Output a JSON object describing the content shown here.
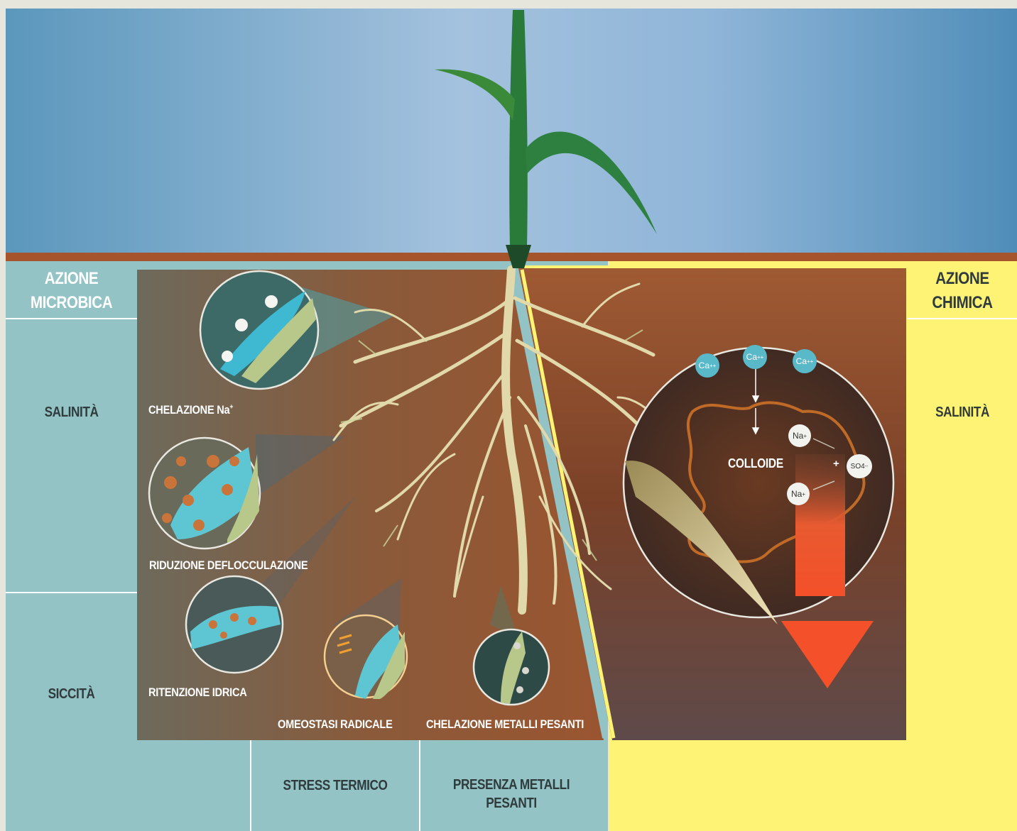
{
  "left_panel": {
    "title_line1": "AZIONE",
    "title_line2": "MICROBICA",
    "rows": [
      "SALINITÀ",
      "SICCITÀ"
    ],
    "bottom_labels": [
      "STRESS TERMICO",
      "PRESENZA METALLI PESANTI"
    ]
  },
  "right_panel": {
    "title_line1": "AZIONE",
    "title_line2": "CHIMICA",
    "rows": [
      "SALINITÀ"
    ]
  },
  "captions": {
    "chelation_na_prefix": "CHELAZIONE Na",
    "chelation_na_sup": "+",
    "deflocculation": "RIDUZIONE DEFLOCCULAZIONE",
    "water_retention": "RITENZIONE IDRICA",
    "root_homeostasis": "OMEOSTASI RADICALE",
    "heavy_metal_chelation": "CHELAZIONE METALLI PESANTI"
  },
  "chemistry": {
    "calcium_ion": "Ca",
    "calcium_charge": "++",
    "sodium_ion": "Na",
    "sodium_charge": "+",
    "sulfate": "SO4",
    "sulfate_charge": "--",
    "plus_sign": "+",
    "colloid_label": "COLLOIDE"
  },
  "colors": {
    "sky": "#8fb5d8",
    "soil": "#7a4028",
    "microbial_panel": "#93c3c5",
    "chemical_panel": "#fef374",
    "leach_arrow": "#f0522a",
    "ion_cyan": "#5ab9c9",
    "plant_green": "#2a7a3a"
  }
}
